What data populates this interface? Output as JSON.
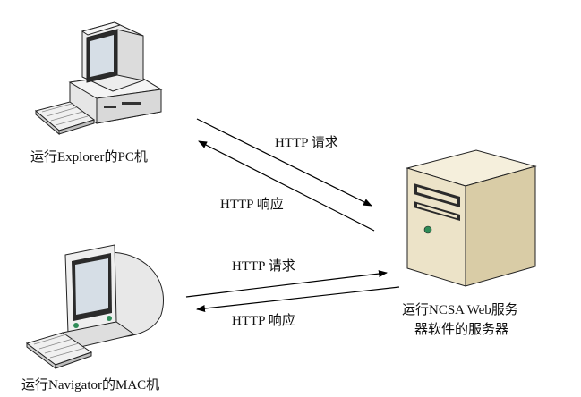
{
  "nodes": {
    "pc": {
      "label": "运行Explorer的PC机",
      "icon": "desktop-pc-icon"
    },
    "mac": {
      "label": "运行Navigator的MAC机",
      "icon": "mac-computer-icon"
    },
    "server": {
      "label_line1": "运行NCSA Web服务",
      "label_line2": "器软件的服务器",
      "icon": "server-tower-icon"
    }
  },
  "arrows": {
    "pc_request": "HTTP 请求",
    "pc_response": "HTTP 响应",
    "mac_request": "HTTP 请求",
    "mac_response": "HTTP 响应"
  },
  "colors": {
    "line": "#000000",
    "pc_body": "#e9e9e9",
    "screen": "#d6dee6",
    "server_body": "#ece3c8",
    "led": "#2e8b57"
  }
}
